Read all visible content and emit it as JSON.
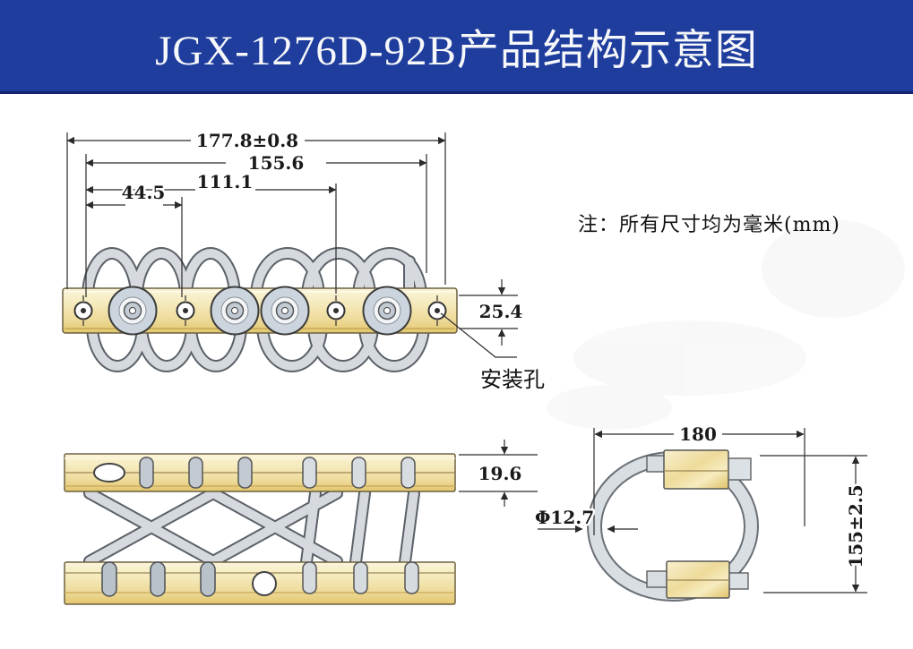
{
  "header": {
    "title": "JGX-1276D-92B产品结构示意图",
    "background_color": "#1e3d9d",
    "text_color": "#f7f8fa"
  },
  "note": {
    "text": "注：所有尺寸均为毫米(mm)"
  },
  "drawing": {
    "front_view": {
      "dimensions": {
        "overall_length": "177.8±0.8",
        "length_2": "155.6",
        "length_3": "111.1",
        "length_4": "44.5",
        "bar_width": "25.4"
      },
      "mounting_hole_label": "安装孔"
    },
    "side_view": {
      "dimensions": {
        "bar_thickness": "19.6"
      }
    },
    "end_view": {
      "dimensions": {
        "outer_width": "180",
        "outer_height": "155±2.5",
        "rope_diameter": "Φ12.7"
      }
    }
  },
  "colors": {
    "header_blue": "#1e3d9d",
    "brass_light": "#faf4da",
    "brass_dark": "#e3c76e",
    "rope_fill": "#d6dade",
    "rope_outline": "#5a6168",
    "fitting_ring": "#ccd5de",
    "line_color": "#2a2a2a",
    "page_background": "#ffffff"
  }
}
